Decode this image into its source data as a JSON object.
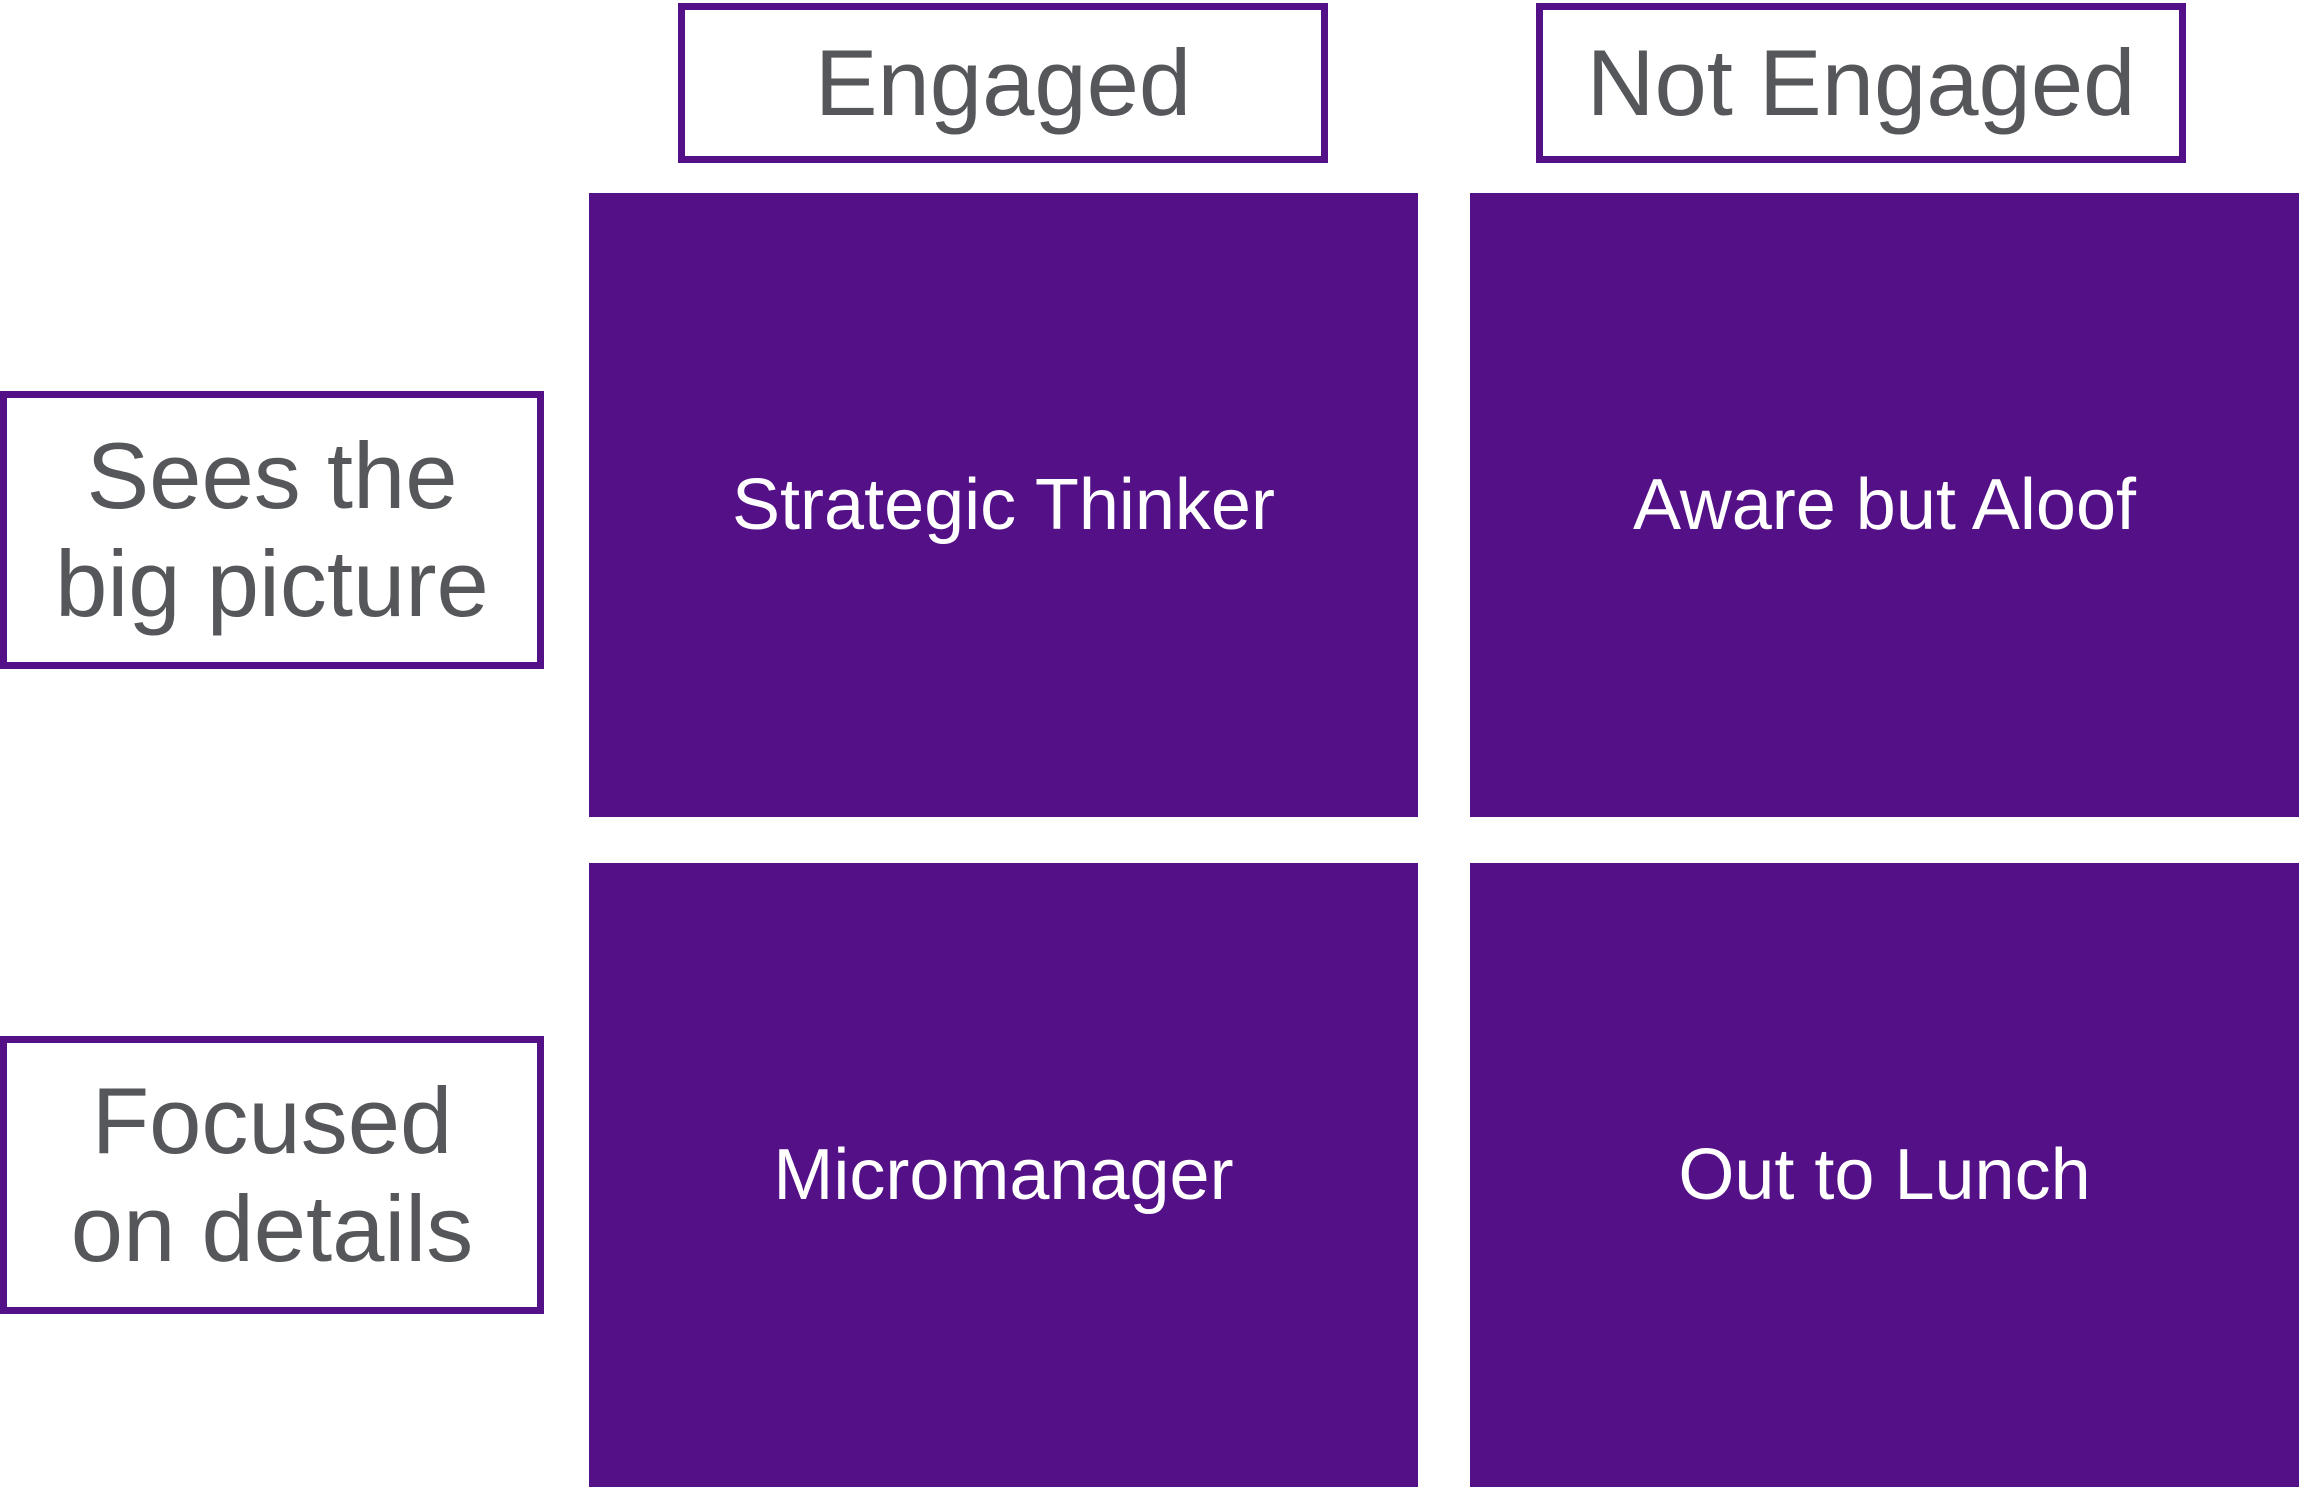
{
  "columns": [
    {
      "label": "Engaged"
    },
    {
      "label": "Not Engaged"
    }
  ],
  "rows": [
    {
      "line1": "Sees the",
      "line2": "big picture"
    },
    {
      "line1": "Focused",
      "line2": "on details"
    }
  ],
  "quadrants": {
    "top_left": "Strategic Thinker",
    "top_right": "Aware but Aloof",
    "bottom_left": "Micromanager",
    "bottom_right": "Out to Lunch"
  },
  "colors": {
    "accent": "#541087",
    "label_text": "#55575A",
    "quadrant_text": "#FFFFFF",
    "background": "#FFFFFF"
  }
}
